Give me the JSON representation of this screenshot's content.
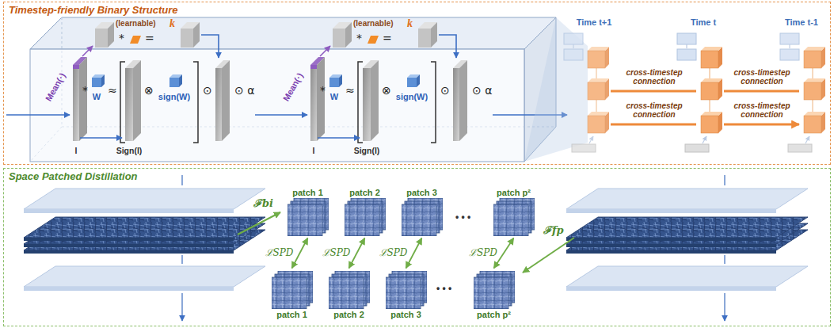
{
  "diagram": {
    "nodes": [
      {
        "text": [
          "Timestep-friendly Binary Structure"
        ]
      },
      {
        "text": [
          "Space Patched Distillation"
        ]
      },
      {
        "text": [
          "patch 1"
        ],
        "in": 1
      },
      {
        "text": [
          "patch 2"
        ],
        "in": 1
      },
      {
        "text": [
          "patch 3"
        ],
        "in": 1
      },
      {
        "text": [
          "patch p²"
        ],
        "in": 1
      },
      {
        "text": [
          "patch 1"
        ],
        "in": 1
      },
      {
        "text": [
          "patch 2"
        ],
        "in": 1
      },
      {
        "text": [
          "patch 3"
        ],
        "in": 1
      },
      {
        "text": [
          "patch p²"
        ],
        "in": 1
      }
    ],
    "edges": [
      {
        "from": 2,
        "to": 6,
        "arrow": "both",
        "label": "ℒSPD"
      },
      {
        "from": 3,
        "to": 7,
        "arrow": "both",
        "label": "ℒSPD"
      },
      {
        "from": 4,
        "to": 8,
        "arrow": "both",
        "label": "ℒSPD"
      },
      {
        "from": 5,
        "to": 9,
        "arrow": "both",
        "label": "ℒSPD"
      }
    ],
    "labels": [
      "Mean(·)",
      "(learnable)",
      "k",
      "*",
      "=",
      "I",
      "*",
      "W",
      "≈",
      "Sign(I)",
      "⊗",
      "sign(W)",
      "⊙",
      "⊙ α",
      "Mean(·)",
      "(learnable)",
      "k",
      "*",
      "=",
      "I",
      "*",
      "W",
      "≈",
      "Sign(I)",
      "⊗",
      "sign(W)",
      "⊙",
      "⊙ α",
      "Time t+1",
      "Time t",
      "Time t-1",
      "cross-timestep connection",
      "cross-timestep connection",
      "cross-timestep connection",
      "cross-timestep connection",
      "ℱbi",
      "ℱfp",
      "• • •",
      "• • •"
    ]
  }
}
